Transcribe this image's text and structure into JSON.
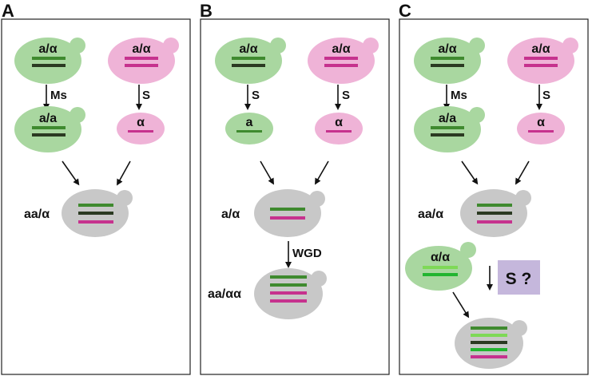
{
  "colors": {
    "cell_green": "#a9d7a0",
    "cell_pink": "#efb3d7",
    "cell_gray": "#c8c8c8",
    "cell_purple_box": "#c5b7dc",
    "bar_green": "#3f8a2f",
    "bar_dark": "#2b3a22",
    "bar_magenta": "#c6328e",
    "bar_light_green": "#7ed957",
    "bar_bright_green": "#22b530"
  },
  "panels": {
    "A": {
      "letter": "A",
      "cell1_label": "a/α",
      "cell2_label": "a/α",
      "arrow1_label": "Ms",
      "arrow2_label": "S",
      "cell3_label": "a/a",
      "cell4_label": "α",
      "hybrid_label": "aa/α"
    },
    "B": {
      "letter": "B",
      "cell1_label": "a/α",
      "cell2_label": "a/α",
      "arrow1_label": "S",
      "arrow2_label": "S",
      "cell3_label": "a",
      "cell4_label": "α",
      "hybrid_label": "a/α",
      "wgd_label": "WGD",
      "final_label": "aa/αα"
    },
    "C": {
      "letter": "C",
      "cell1_label": "a/α",
      "cell2_label": "a/α",
      "arrow1_label": "Ms",
      "arrow2_label": "S",
      "cell3_label": "a/a",
      "cell4_label": "α",
      "hybrid_label": "aa/α",
      "third_cell_label": "α/α",
      "question_label": "S ?"
    }
  }
}
